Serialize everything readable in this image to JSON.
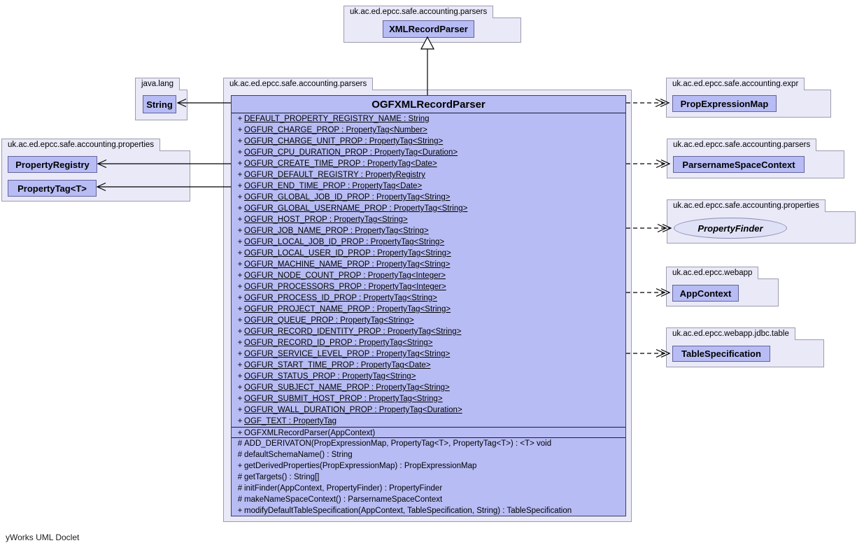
{
  "footer": "yWorks UML Doclet",
  "colors": {
    "package_fill": "#e9e9f8",
    "package_border": "#9c9cae",
    "class_fill": "#b7bcf4",
    "class_border": "#63639c",
    "edge_color": "#000000",
    "background": "#ffffff"
  },
  "packages": {
    "top": {
      "label": "uk.ac.ed.epcc.safe.accounting.parsers"
    },
    "java_lang": {
      "label": "java.lang"
    },
    "props_left": {
      "label": "uk.ac.ed.epcc.safe.accounting.properties"
    },
    "main": {
      "label": "uk.ac.ed.epcc.safe.accounting.parsers"
    },
    "expr": {
      "label": "uk.ac.ed.epcc.safe.accounting.expr"
    },
    "parsers_right": {
      "label": "uk.ac.ed.epcc.safe.accounting.parsers"
    },
    "props_right": {
      "label": "uk.ac.ed.epcc.safe.accounting.properties"
    },
    "webapp": {
      "label": "uk.ac.ed.epcc.webapp"
    },
    "jdbc": {
      "label": "uk.ac.ed.epcc.webapp.jdbc.table"
    }
  },
  "classes": {
    "xml_record_parser": "XMLRecordParser",
    "string": "String",
    "property_registry": "PropertyRegistry",
    "property_tag": "PropertyTag<T>",
    "prop_expression_map": "PropExpressionMap",
    "parsername_space_context": "ParsernameSpaceContext",
    "property_finder": "PropertyFinder",
    "app_context": "AppContext",
    "table_specification": "TableSpecification"
  },
  "main_class": {
    "name": "OGFXMLRecordParser",
    "fields": [
      {
        "v": "+",
        "t": "DEFAULT_PROPERTY_REGISTRY_NAME : String"
      },
      {
        "v": "+",
        "t": "OGFUR_CHARGE_PROP : PropertyTag<Number>"
      },
      {
        "v": "+",
        "t": "OGFUR_CHARGE_UNIT_PROP : PropertyTag<String>"
      },
      {
        "v": "+",
        "t": "OGFUR_CPU_DURATION_PROP : PropertyTag<Duration>"
      },
      {
        "v": "+",
        "t": "OGFUR_CREATE_TIME_PROP : PropertyTag<Date>"
      },
      {
        "v": "+",
        "t": "OGFUR_DEFAULT_REGISTRY : PropertyRegistry"
      },
      {
        "v": "+",
        "t": "OGFUR_END_TIME_PROP : PropertyTag<Date>"
      },
      {
        "v": "+",
        "t": "OGFUR_GLOBAL_JOB_ID_PROP : PropertyTag<String>"
      },
      {
        "v": "+",
        "t": "OGFUR_GLOBAL_USERNAME_PROP : PropertyTag<String>"
      },
      {
        "v": "+",
        "t": "OGFUR_HOST_PROP : PropertyTag<String>"
      },
      {
        "v": "+",
        "t": "OGFUR_JOB_NAME_PROP : PropertyTag<String>"
      },
      {
        "v": "+",
        "t": "OGFUR_LOCAL_JOB_ID_PROP : PropertyTag<String>"
      },
      {
        "v": "+",
        "t": "OGFUR_LOCAL_USER_ID_PROP : PropertyTag<String>"
      },
      {
        "v": "+",
        "t": "OGFUR_MACHINE_NAME_PROP : PropertyTag<String>"
      },
      {
        "v": "+",
        "t": "OGFUR_NODE_COUNT_PROP : PropertyTag<Integer>"
      },
      {
        "v": "+",
        "t": "OGFUR_PROCESSORS_PROP : PropertyTag<Integer>"
      },
      {
        "v": "+",
        "t": "OGFUR_PROCESS_ID_PROP : PropertyTag<String>"
      },
      {
        "v": "+",
        "t": "OGFUR_PROJECT_NAME_PROP : PropertyTag<String>"
      },
      {
        "v": "+",
        "t": "OGFUR_QUEUE_PROP : PropertyTag<String>"
      },
      {
        "v": "+",
        "t": "OGFUR_RECORD_IDENTITY_PROP : PropertyTag<String>"
      },
      {
        "v": "+",
        "t": "OGFUR_RECORD_ID_PROP : PropertyTag<String>"
      },
      {
        "v": "+",
        "t": "OGFUR_SERVICE_LEVEL_PROP : PropertyTag<String>"
      },
      {
        "v": "+",
        "t": "OGFUR_START_TIME_PROP : PropertyTag<Date>"
      },
      {
        "v": "+",
        "t": "OGFUR_STATUS_PROP : PropertyTag<String>"
      },
      {
        "v": "+",
        "t": "OGFUR_SUBJECT_NAME_PROP : PropertyTag<String>"
      },
      {
        "v": "+",
        "t": "OGFUR_SUBMIT_HOST_PROP : PropertyTag<String>"
      },
      {
        "v": "+",
        "t": "OGFUR_WALL_DURATION_PROP : PropertyTag<Duration>"
      },
      {
        "v": "+",
        "t": "OGF_TEXT : PropertyTag"
      }
    ],
    "constructors": [
      {
        "v": "+",
        "t": "OGFXMLRecordParser(AppContext)"
      }
    ],
    "methods": [
      {
        "v": "#",
        "t": "ADD_DERIVATON(PropExpressionMap, PropertyTag<T>, PropertyTag<T>) : <T> void"
      },
      {
        "v": "#",
        "t": "defaultSchemaName() : String"
      },
      {
        "v": "+",
        "t": "getDerivedProperties(PropExpressionMap) : PropExpressionMap"
      },
      {
        "v": "#",
        "t": "getTargets() : String[]"
      },
      {
        "v": "#",
        "t": "initFinder(AppContext, PropertyFinder) : PropertyFinder"
      },
      {
        "v": "#",
        "t": "makeNameSpaceContext() : ParsernameSpaceContext"
      },
      {
        "v": "+",
        "t": "modifyDefaultTableSpecification(AppContext, TableSpecification, String) : TableSpecification"
      }
    ]
  }
}
